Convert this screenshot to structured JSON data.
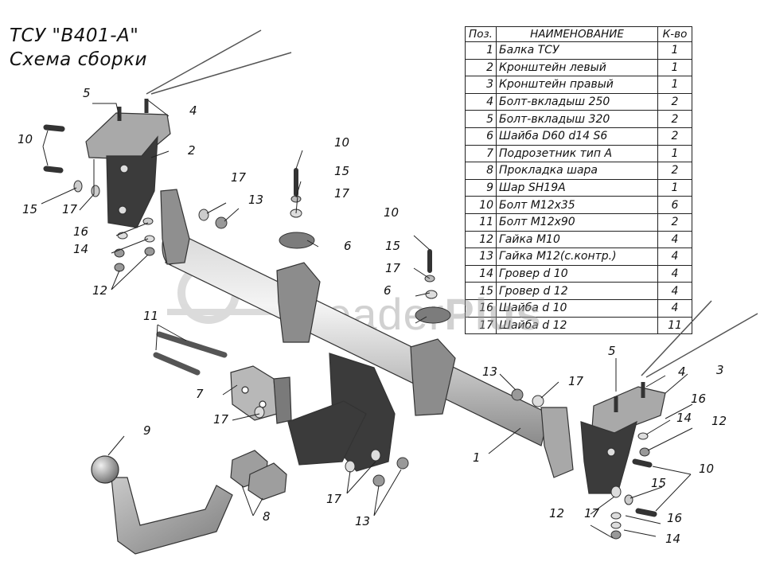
{
  "title": {
    "line1": "ТСУ \"В401-А\"",
    "line2": "Схема сборки"
  },
  "spec": {
    "headers": [
      "Поз.",
      "НАИМЕНОВАНИЕ",
      "К-во"
    ],
    "rows": [
      [
        "1",
        "Балка ТСУ",
        "1"
      ],
      [
        "2",
        "Кронштейн левый",
        "1"
      ],
      [
        "3",
        "Кронштейн правый",
        "1"
      ],
      [
        "4",
        "Болт-вкладыш 250",
        "2"
      ],
      [
        "5",
        "Болт-вкладыш 320",
        "2"
      ],
      [
        "6",
        "Шайба D60 d14 S6",
        "2"
      ],
      [
        "7",
        "Подрозетник тип А",
        "1"
      ],
      [
        "8",
        "Прокладка шара",
        "2"
      ],
      [
        "9",
        "Шар SH19A",
        "1"
      ],
      [
        "10",
        "Болт М12х35",
        "6"
      ],
      [
        "11",
        "Болт М12х90",
        "2"
      ],
      [
        "12",
        "Гайка М10",
        "4"
      ],
      [
        "13",
        "Гайка М12(с.контр.)",
        "4"
      ],
      [
        "14",
        "Гровер d 10",
        "4"
      ],
      [
        "15",
        "Гровер d 12",
        "4"
      ],
      [
        "16",
        "Шайба d 10",
        "4"
      ],
      [
        "17",
        "Шайба d 12",
        "11"
      ]
    ]
  },
  "watermark": {
    "brand1": "Leader",
    "brand2": "Plus"
  },
  "callouts": {
    "c1": "1",
    "c2": "2",
    "c3": "3",
    "c4a": "4",
    "c4b": "4",
    "c5a": "5",
    "c5b": "5",
    "c6a": "6",
    "c6b": "6",
    "c7": "7",
    "c8": "8",
    "c9": "9",
    "c10a": "10",
    "c10b": "10",
    "c10c": "10",
    "c10d": "10",
    "c11": "11",
    "c12a": "12",
    "c12b": "12",
    "c12c": "12",
    "c13a": "13",
    "c13b": "13",
    "c13c": "13",
    "c14a": "14",
    "c14b": "14",
    "c14c": "14",
    "c15a": "15",
    "c15b": "15",
    "c15c": "15",
    "c15d": "15",
    "c16a": "16",
    "c16b": "16",
    "c16c": "16",
    "c17a": "17",
    "c17b": "17",
    "c17c": "17",
    "c17d": "17",
    "c17e": "17",
    "c17f": "17",
    "c17g": "17",
    "c17h": "17"
  }
}
